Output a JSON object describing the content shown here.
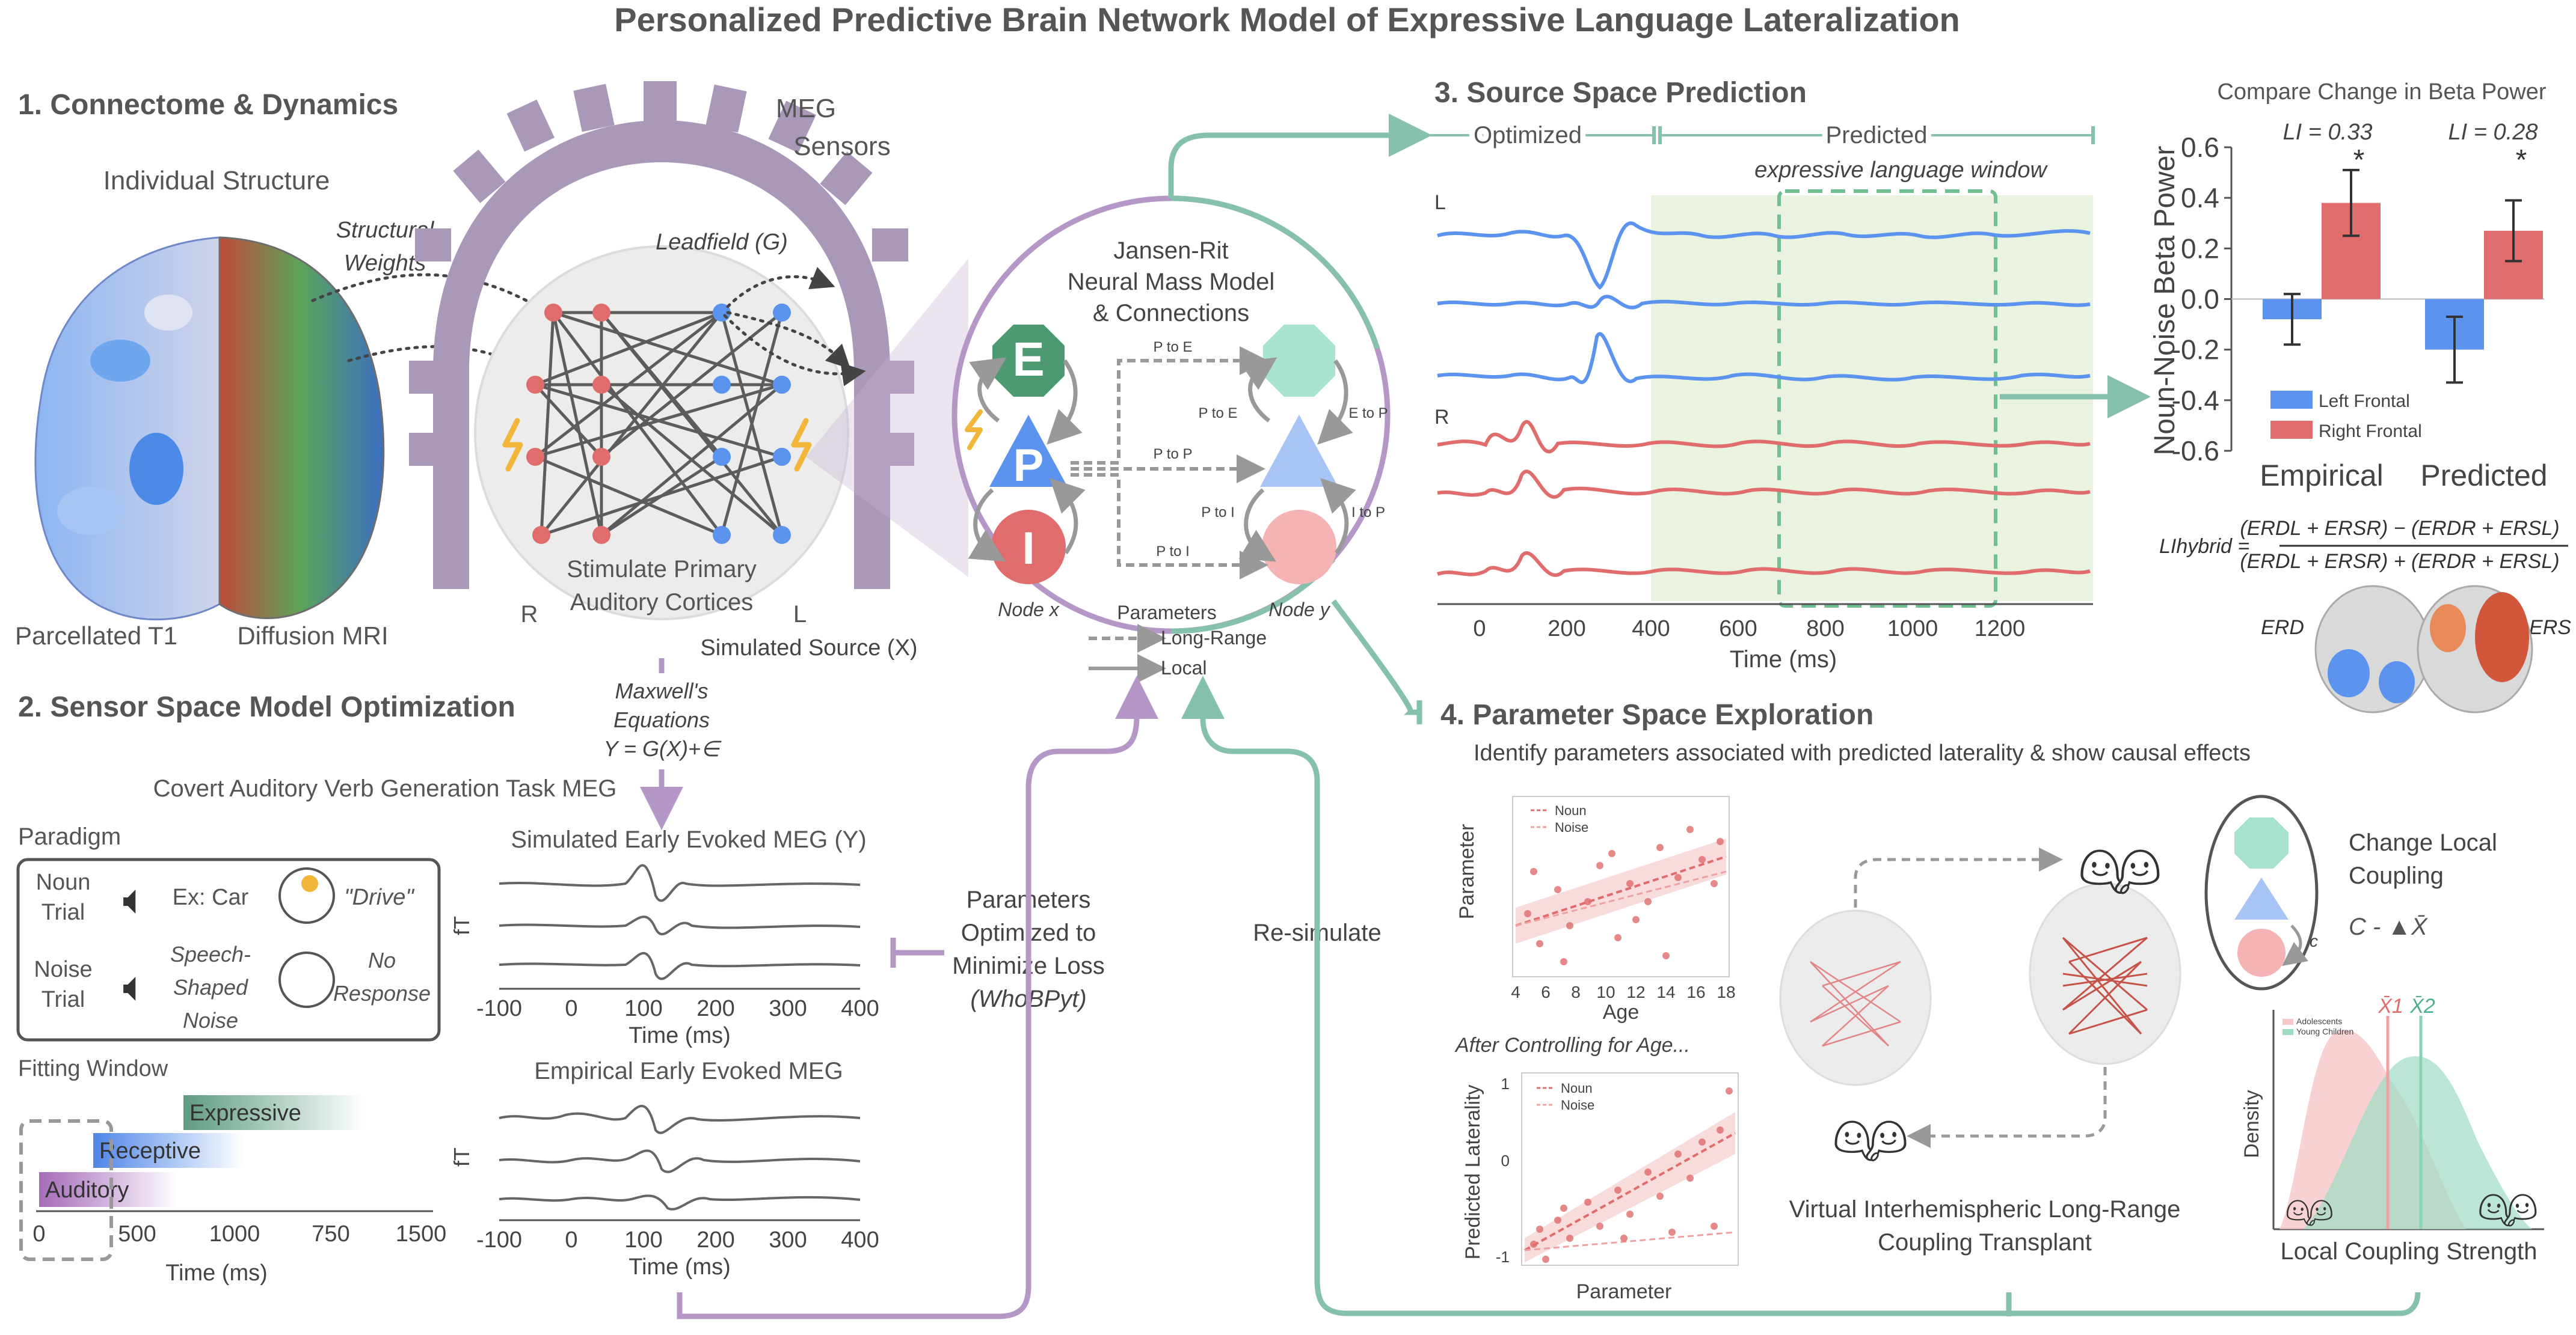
{
  "title": "Personalized Predictive Brain Network Model of Expressive Language Lateralization",
  "panel1": {
    "heading": "1.  Connectome & Dynamics",
    "individual_structure": "Individual Structure",
    "structural_weights": [
      "Structural",
      "Weights"
    ],
    "parcellated": "Parcellated T1",
    "diffusion": "Diffusion MRI",
    "meg_sensors": [
      "MEG",
      "Sensors"
    ],
    "leadfield": "Leadfield (G)",
    "stimulate": [
      "Stimulate Primary",
      "Auditory Cortices"
    ],
    "r": "R",
    "l": "L",
    "simulated_source": "Simulated Source (X)",
    "maxwell": [
      "Maxwell's",
      "Equations",
      "Y = G(X)+∈"
    ]
  },
  "jansen": {
    "title": [
      "Jansen-Rit",
      "Neural Mass Model",
      "& Connections"
    ],
    "e": "E",
    "p": "P",
    "i": "I",
    "node_x": "Node x",
    "node_y": "Node y",
    "p_to_e_top": "P to E",
    "p_to_e": "P to E",
    "p_to_p": "P to P",
    "p_to_i_mid": "P to I",
    "p_to_i_bottom": "P to I",
    "e_to_p": "E to P",
    "i_to_p": "I to P",
    "parameters": "Parameters",
    "long_range": "Long-Range",
    "local": "Local"
  },
  "panel2": {
    "heading": "2. Sensor Space Model Optimization",
    "task": "Covert Auditory Verb Generation Task MEG",
    "paradigm": "Paradigm",
    "noun_trial": [
      "Noun",
      "Trial"
    ],
    "noun_ex": "Ex: Car",
    "noun_resp": "\"Drive\"",
    "noise_trial": [
      "Noise",
      "Trial"
    ],
    "noise_stim": [
      "Speech-",
      "Shaped",
      "Noise"
    ],
    "noise_resp": [
      "No",
      "Response"
    ],
    "fitting_window": "Fitting Window",
    "windows": [
      "Expressive",
      "Receptive",
      "Auditory"
    ],
    "fw_ticks": [
      "0",
      "500",
      "1000",
      "750",
      "1500"
    ],
    "fw_xlabel": "Time (ms)",
    "sim_title": "Simulated Early Evoked MEG (Y)",
    "emp_title": "Empirical Early Evoked MEG",
    "ft": "fT",
    "meg_ticks": [
      "-100",
      "0",
      "100",
      "200",
      "300",
      "400"
    ],
    "meg_xlabel": "Time (ms)",
    "params_opt": [
      "Parameters",
      "Optimized to",
      "Minimize Loss",
      "(WhoBPyt)"
    ],
    "resimulate": "Re-simulate"
  },
  "panel3": {
    "heading": "3. Source Space Prediction",
    "optimized": "Optimized",
    "predicted": "Predicted",
    "window_label": "expressive language window",
    "l": "L",
    "r": "R",
    "ticks": [
      "0",
      "200",
      "400",
      "600",
      "800",
      "1000",
      "1200"
    ],
    "xlabel": "Time (ms)"
  },
  "chart_data": {
    "type": "bar",
    "title": "Compare Change in Beta Power",
    "categories": [
      "Empirical",
      "Predicted"
    ],
    "series": [
      {
        "name": "Left Frontal",
        "values": [
          -0.08,
          -0.2
        ],
        "error": [
          0.1,
          0.13
        ],
        "color": "#5b93ee"
      },
      {
        "name": "Right Frontal",
        "values": [
          0.38,
          0.27
        ],
        "error": [
          0.13,
          0.12
        ],
        "color": "#e06c6c"
      }
    ],
    "ylabel": "Noun-Noise Beta Power",
    "ylim": [
      -0.6,
      0.6
    ],
    "yticks": [
      "0.6",
      "0.4",
      "0.2",
      "0.0",
      "-0.2",
      "-0.4",
      "-0.6"
    ],
    "annotations": [
      "LI = 0.33",
      "LI = 0.28",
      "*",
      "*"
    ],
    "legend_position": "bottom-left"
  },
  "li_formula": {
    "lhs": "LIhybrid =",
    "numerator": "(ERDL + ERSR) − (ERDR + ERSL)",
    "denominator": "(ERDL + ERSR) + (ERDR + ERSL)",
    "erd": "ERD",
    "ers": "ERS"
  },
  "panel4": {
    "heading": "4. Parameter Space Exploration",
    "subtitle": "Identify parameters associated with predicted laterality & show causal effects",
    "scatter1_ylabel": "Parameter",
    "scatter1_xlabel": "Age",
    "scatter1_ticks": [
      "4",
      "6",
      "8",
      "10",
      "12",
      "14",
      "16",
      "18"
    ],
    "legend": [
      "Noun",
      "Noise"
    ],
    "after_control": "After Controlling for Age...",
    "scatter2_ylabel": "Predicted  Laterality",
    "scatter2_yticks": [
      "1",
      "0",
      "-1"
    ],
    "scatter2_xlabel": "Parameter",
    "transplant": [
      "Virtual Interhemispheric Long-Range",
      "Coupling  Transplant"
    ],
    "change_local": [
      "Change Local",
      "Coupling"
    ],
    "c_label": "c",
    "formula": "C - ▲X̄",
    "density_legend": [
      "Adolescents",
      "Young Children"
    ],
    "density_ylabel": "Density",
    "density_xlabel": "Local Coupling Strength",
    "xbar1": "X̄1",
    "xbar2": "X̄2"
  },
  "colors": {
    "purple": "#b497c6",
    "teal": "#86c2ab",
    "blue": "#5b93ee",
    "red": "#e06c6c",
    "green_window": "#e9f3e0"
  }
}
